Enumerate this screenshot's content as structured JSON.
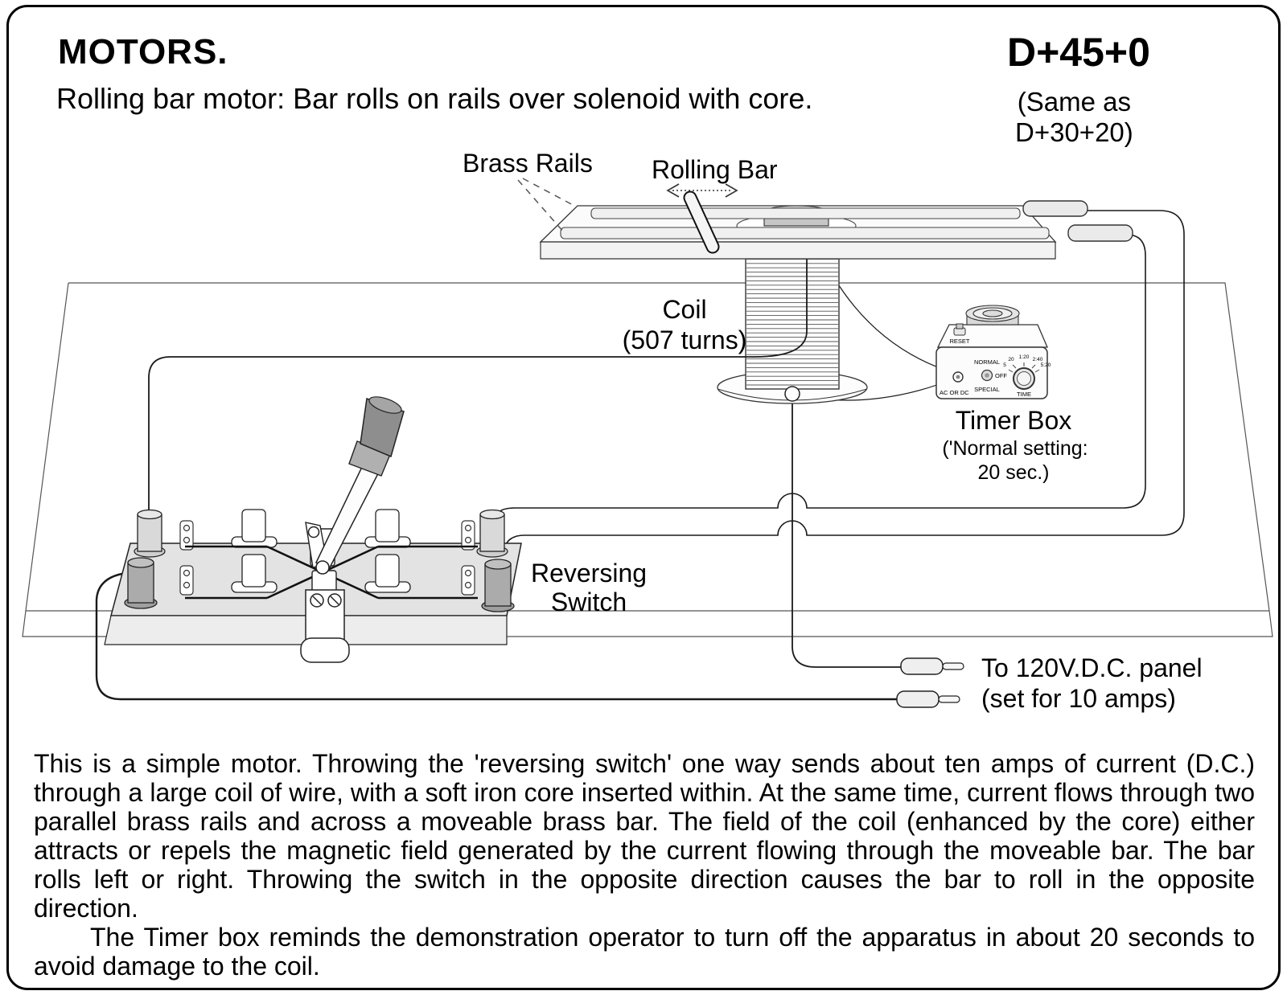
{
  "header": {
    "title": "MOTORS.",
    "subtitle": "Rolling bar motor: Bar rolls on rails over solenoid with core.",
    "code": "D+45+0",
    "same_as_line1": "(Same as",
    "same_as_line2": "D+30+20)"
  },
  "diagram": {
    "labels": {
      "brass_rails": "Brass Rails",
      "rolling_bar": "Rolling Bar",
      "coil_line1": "Coil",
      "coil_line2": "(507 turns)",
      "timer_box": "Timer Box",
      "timer_setting_line1": "('Normal setting:",
      "timer_setting_line2": "20 sec.)",
      "reversing_switch_line1": "Reversing",
      "reversing_switch_line2": "Switch",
      "panel_line1": "To 120V.D.C. panel",
      "panel_line2": "(set for 10 amps)"
    },
    "timer_box": {
      "reset": "RESET",
      "normal": "NORMAL",
      "off": "OFF",
      "special": "SPECIAL",
      "ac_or_dc": "AC OR DC",
      "time": "TIME",
      "dial_marks": [
        "5",
        "20",
        "1:20",
        "2:40",
        "5:20"
      ]
    }
  },
  "body": {
    "paragraph1": "This is a simple motor.  Throwing the 'reversing switch' one way sends about ten amps of current (D.C.) through a  large coil of wire, with a soft iron core inserted within.  At the same time, current flows through two parallel brass rails and across a moveable brass bar.  The field of the coil (enhanced by the core) either attracts or repels the magnetic field generated by the current flowing through the moveable bar.  The bar rolls left or right.  Throwing the switch in the opposite direction causes the bar to roll in the opposite direction.",
    "paragraph2": "The Timer box reminds the demonstration operator to turn off the apparatus in about 20 seconds to avoid damage to the coil."
  }
}
